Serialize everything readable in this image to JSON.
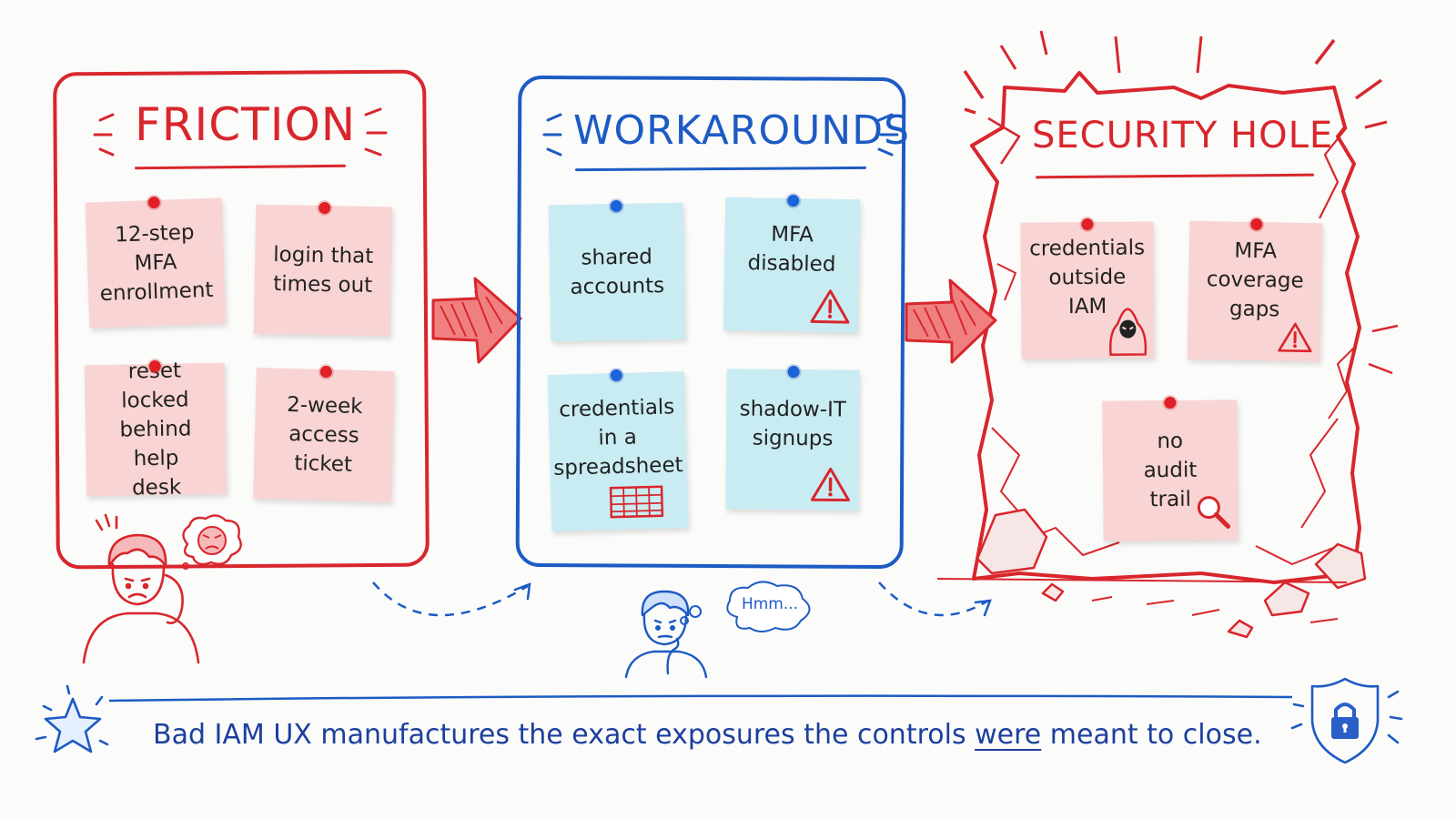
{
  "stages": {
    "friction": {
      "title": "FRICTION",
      "color": "#d8262c",
      "notes": [
        {
          "text": "12-step\nMFA\nenrollment"
        },
        {
          "text": "login that\ntimes out"
        },
        {
          "text": "reset locked\nbehind help\ndesk"
        },
        {
          "text": "2-week\naccess\nticket"
        }
      ],
      "figure": "frustrated-person-icon",
      "figure_thought": "angry-face-icon"
    },
    "workarounds": {
      "title": "WORKAROUNDS",
      "color": "#1d5bc4",
      "notes": [
        {
          "text": "shared\naccounts"
        },
        {
          "text": "MFA\ndisabled",
          "icon": "warning-icon"
        },
        {
          "text": "credentials\nin a\nspreadsheet",
          "icon": "spreadsheet-icon"
        },
        {
          "text": "shadow-IT\nsignups",
          "icon": "warning-icon"
        }
      ],
      "figure": "thinking-person-icon",
      "thought": "Hmm..."
    },
    "security_hole": {
      "title": "SECURITY HOLE",
      "color": "#d8262c",
      "notes": [
        {
          "text": "credentials\noutside\nIAM",
          "icon": "hooded-hacker-icon"
        },
        {
          "text": "MFA\ncoverage\ngaps",
          "icon": "warning-icon"
        },
        {
          "text": "no\naudit\ntrail",
          "icon": "magnifier-icon"
        }
      ]
    }
  },
  "conclusion": {
    "before": "Bad IAM UX manufactures the exact exposures the controls ",
    "emphasis": "were",
    "after": " meant to close.",
    "left_icon": "star-icon",
    "right_icon": "shield-lock-icon"
  },
  "colors": {
    "red": "#d8262c",
    "blue": "#1d5bc4",
    "pink_note": "#f9d4d4",
    "blue_note": "#c9ecf3"
  }
}
